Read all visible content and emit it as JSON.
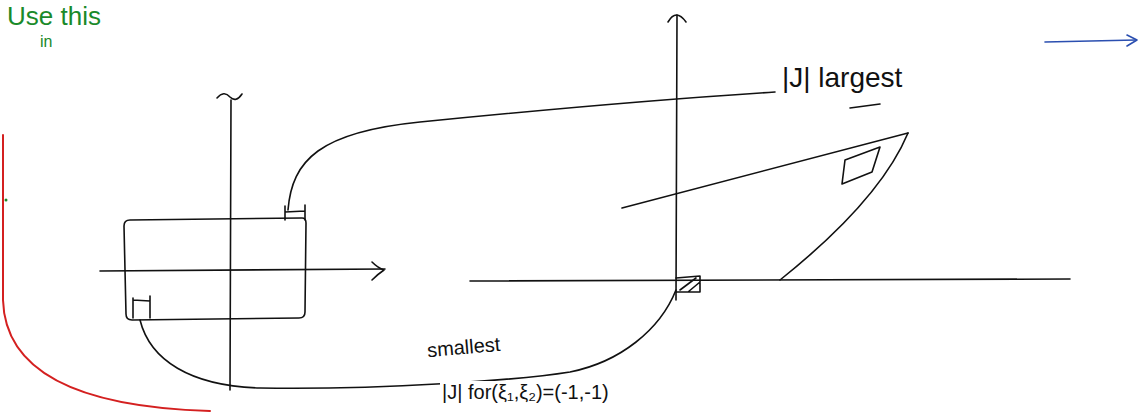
{
  "diagram": {
    "labels": [
      "Use this",
      "in",
      "|J| largest",
      "smallest",
      "|J| for(ξ₁,ξ₂)=(-1,-1)"
    ]
  }
}
